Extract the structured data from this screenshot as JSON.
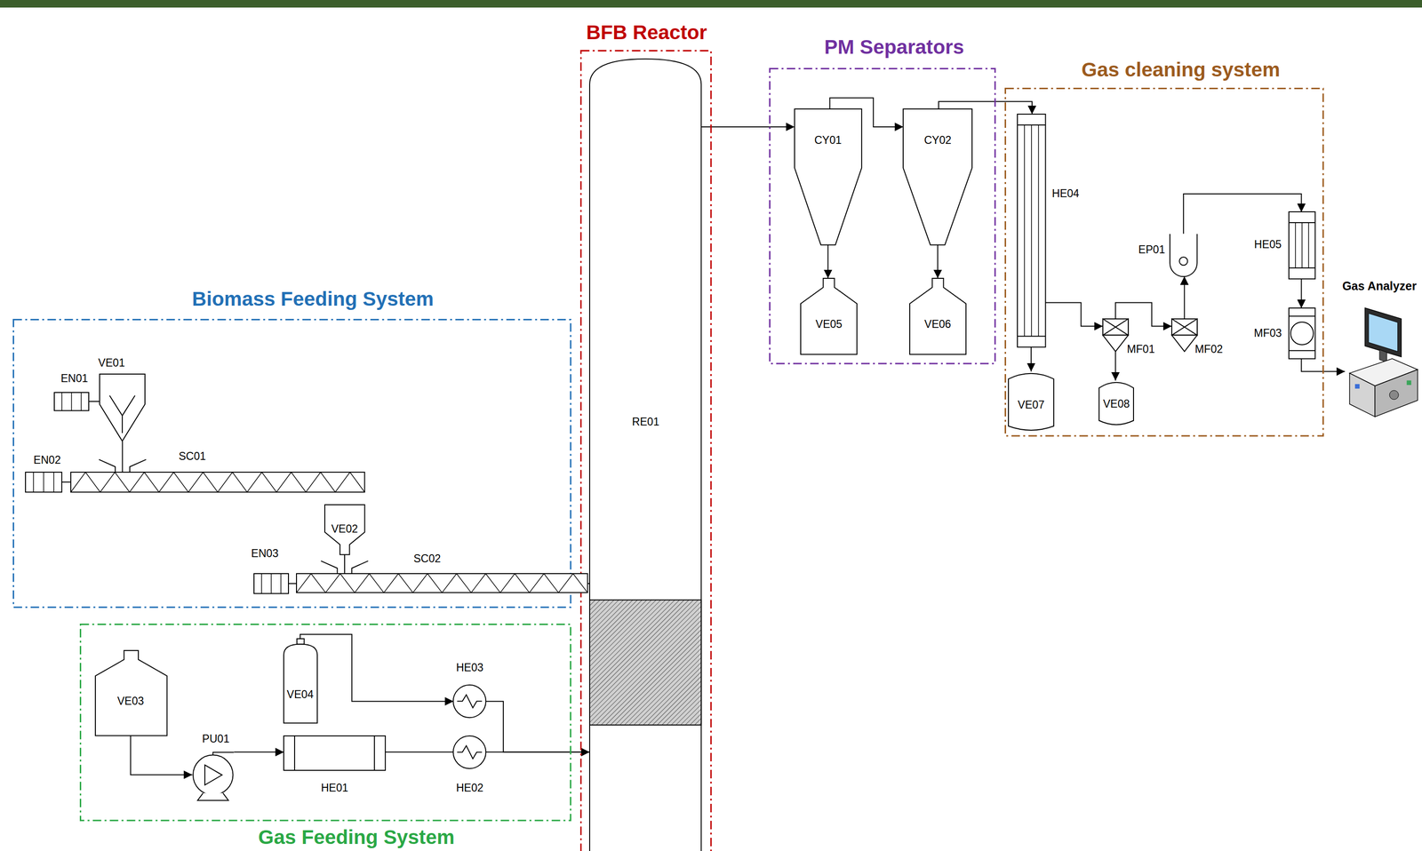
{
  "diagram": {
    "nodes": [
      {
        "text": [
          "BFB Reactor"
        ]
      },
      {
        "text": [
          "RE01"
        ],
        "in": 0
      },
      {
        "text": [
          "PM Separators"
        ]
      },
      {
        "text": [
          "CY01"
        ],
        "in": 2
      },
      {
        "text": [
          "CY02"
        ],
        "in": 2
      },
      {
        "text": [
          "VE05"
        ],
        "in": 2
      },
      {
        "text": [
          "VE06"
        ],
        "in": 2
      },
      {
        "text": [
          "Gas cleaning system"
        ]
      },
      {
        "text": [
          "HE04"
        ],
        "in": 7
      },
      {
        "text": [
          "EP01"
        ],
        "in": 7
      },
      {
        "text": [
          "HE05"
        ],
        "in": 7
      },
      {
        "text": [
          "MF01"
        ],
        "in": 7
      },
      {
        "text": [
          "MF02"
        ],
        "in": 7
      },
      {
        "text": [
          "MF03"
        ],
        "in": 7
      },
      {
        "text": [
          "VE07"
        ],
        "in": 7
      },
      {
        "text": [
          "VE08"
        ],
        "in": 7
      },
      {
        "text": [
          "Gas Analyzer"
        ]
      },
      {
        "text": [
          "Biomass Feeding System"
        ]
      },
      {
        "text": [
          "VE01"
        ],
        "in": 17
      },
      {
        "text": [
          "EN01"
        ],
        "in": 17
      },
      {
        "text": [
          "EN02"
        ],
        "in": 17
      },
      {
        "text": [
          "SC01"
        ],
        "in": 17
      },
      {
        "text": [
          "VE02"
        ],
        "in": 17
      },
      {
        "text": [
          "EN03"
        ],
        "in": 17
      },
      {
        "text": [
          "SC02"
        ],
        "in": 17
      },
      {
        "text": [
          "Gas Feeding System"
        ]
      },
      {
        "text": [
          "VE03"
        ],
        "in": 25
      },
      {
        "text": [
          "VE04"
        ],
        "in": 25
      },
      {
        "text": [
          "HE03"
        ],
        "in": 25
      },
      {
        "text": [
          "PU01"
        ],
        "in": 25
      },
      {
        "text": [
          "HE01"
        ],
        "in": 25
      },
      {
        "text": [
          "HE02"
        ],
        "in": 25
      }
    ],
    "edges": [
      {
        "from": 1,
        "to": 3,
        "arrow": "to"
      },
      {
        "from": 3,
        "to": 4,
        "arrow": "to"
      },
      {
        "from": 4,
        "to": 8,
        "arrow": "to"
      },
      {
        "from": 3,
        "to": 5,
        "arrow": "to"
      },
      {
        "from": 4,
        "to": 6,
        "arrow": "to"
      },
      {
        "from": 8,
        "to": 14,
        "arrow": "to"
      },
      {
        "from": 8,
        "to": 11,
        "arrow": "to"
      },
      {
        "from": 11,
        "to": 15,
        "arrow": "to"
      },
      {
        "from": 11,
        "to": 12,
        "arrow": "to"
      },
      {
        "from": 12,
        "to": 9,
        "arrow": "to"
      },
      {
        "from": 9,
        "to": 10,
        "arrow": "to"
      },
      {
        "from": 10,
        "to": 13,
        "arrow": "to"
      },
      {
        "from": 13,
        "to": 16,
        "arrow": "to"
      },
      {
        "from": 19,
        "to": 18,
        "arrow": "none"
      },
      {
        "from": 20,
        "to": 21,
        "arrow": "none"
      },
      {
        "from": 18,
        "to": 21,
        "arrow": "none"
      },
      {
        "from": 23,
        "to": 24,
        "arrow": "none"
      },
      {
        "from": 22,
        "to": 24,
        "arrow": "none"
      },
      {
        "from": 24,
        "to": 1,
        "arrow": "none"
      },
      {
        "from": 26,
        "to": 29,
        "arrow": "to"
      },
      {
        "from": 29,
        "to": 30,
        "arrow": "to"
      },
      {
        "from": 30,
        "to": 31,
        "arrow": "none"
      },
      {
        "from": 31,
        "to": 1,
        "arrow": "to"
      },
      {
        "from": 27,
        "to": 28,
        "arrow": "to"
      },
      {
        "from": 28,
        "to": 1,
        "arrow": "to"
      }
    ]
  }
}
